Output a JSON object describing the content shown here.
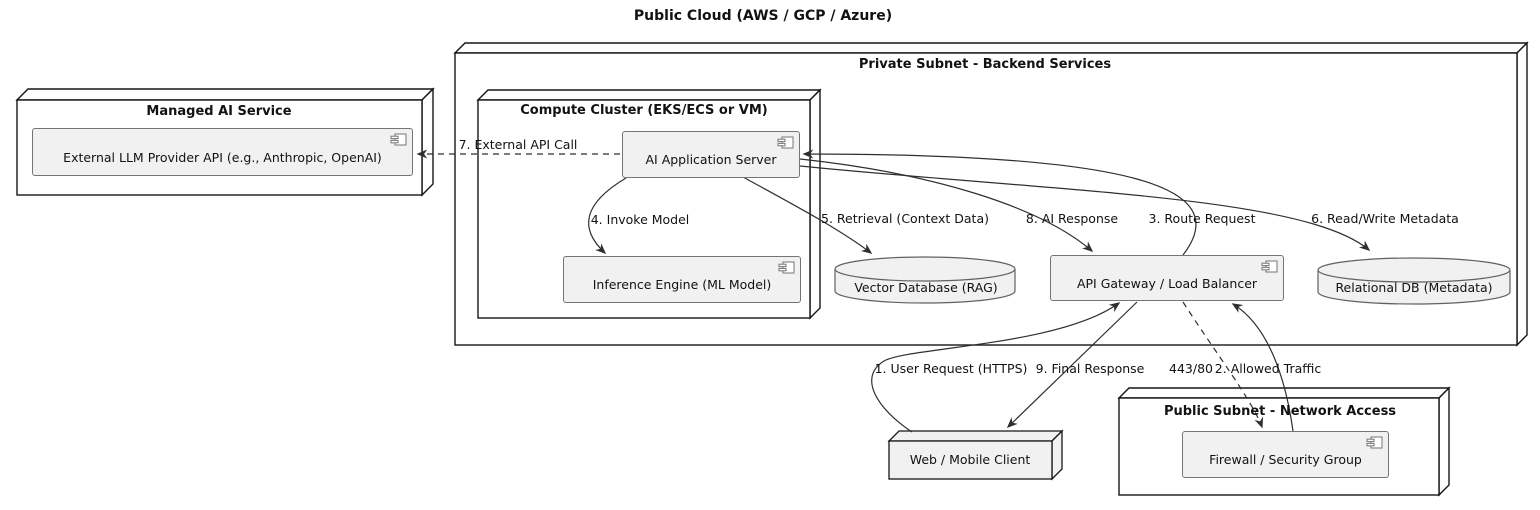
{
  "diagram": {
    "title": "Public Cloud (AWS / GCP / Azure)",
    "type": "uml-deployment-diagram"
  },
  "nodes": {
    "managed_ai": {
      "title": "Managed AI Service"
    },
    "private_subnet": {
      "title": "Private Subnet - Backend Services"
    },
    "compute_cluster": {
      "title": "Compute Cluster (EKS/ECS or VM)"
    },
    "public_subnet": {
      "title": "Public Subnet - Network Access"
    },
    "client": {
      "label": "Web / Mobile Client"
    }
  },
  "components": {
    "llm_api": {
      "label": "External LLM Provider API (e.g., Anthropic, OpenAI)",
      "icon": "component-icon"
    },
    "app_server": {
      "label": "AI Application Server",
      "icon": "component-icon"
    },
    "inference": {
      "label": "Inference Engine (ML Model)",
      "icon": "component-icon"
    },
    "gateway": {
      "label": "API Gateway / Load Balancer",
      "icon": "component-icon"
    },
    "firewall": {
      "label": "Firewall / Security Group",
      "icon": "component-icon"
    }
  },
  "databases": {
    "vector_db": {
      "label": "Vector Database (RAG)"
    },
    "relational_db": {
      "label": "Relational DB (Metadata)"
    }
  },
  "edges": {
    "user_request": {
      "label": "1. User Request (HTTPS)",
      "from": "client",
      "to": "gateway",
      "style": "solid"
    },
    "allowed_traffic": {
      "label": "2. Allowed Traffic",
      "from": "firewall",
      "to": "gateway",
      "style": "solid"
    },
    "route_request": {
      "label": "3. Route Request",
      "from": "gateway",
      "to": "app_server",
      "style": "solid"
    },
    "invoke_model": {
      "label": "4. Invoke Model",
      "from": "app_server",
      "to": "inference",
      "style": "solid"
    },
    "retrieval": {
      "label": "5. Retrieval (Context Data)",
      "from": "app_server",
      "to": "vector_db",
      "style": "solid"
    },
    "read_write_metadata": {
      "label": "6. Read/Write Metadata",
      "from": "app_server",
      "to": "relational_db",
      "style": "solid"
    },
    "external_api_call": {
      "label": "7. External API Call",
      "from": "app_server",
      "to": "llm_api",
      "style": "dashed"
    },
    "ai_response": {
      "label": "8. AI Response",
      "from": "app_server",
      "to": "gateway",
      "style": "solid"
    },
    "final_response": {
      "label": "9. Final Response",
      "from": "gateway",
      "to": "client",
      "style": "solid"
    },
    "port_filter": {
      "label": "443/80",
      "from": "gateway",
      "to": "firewall",
      "style": "dashed"
    }
  },
  "colors": {
    "background": "#FFFFFF",
    "node_fill": "#FFFFFF",
    "node_border": "#161616",
    "component_fill": "#F1F1F1",
    "component_border": "#757575",
    "cylinder_fill": "#F1F1F1",
    "edge": "#2F2F2F",
    "text": "#121212"
  }
}
